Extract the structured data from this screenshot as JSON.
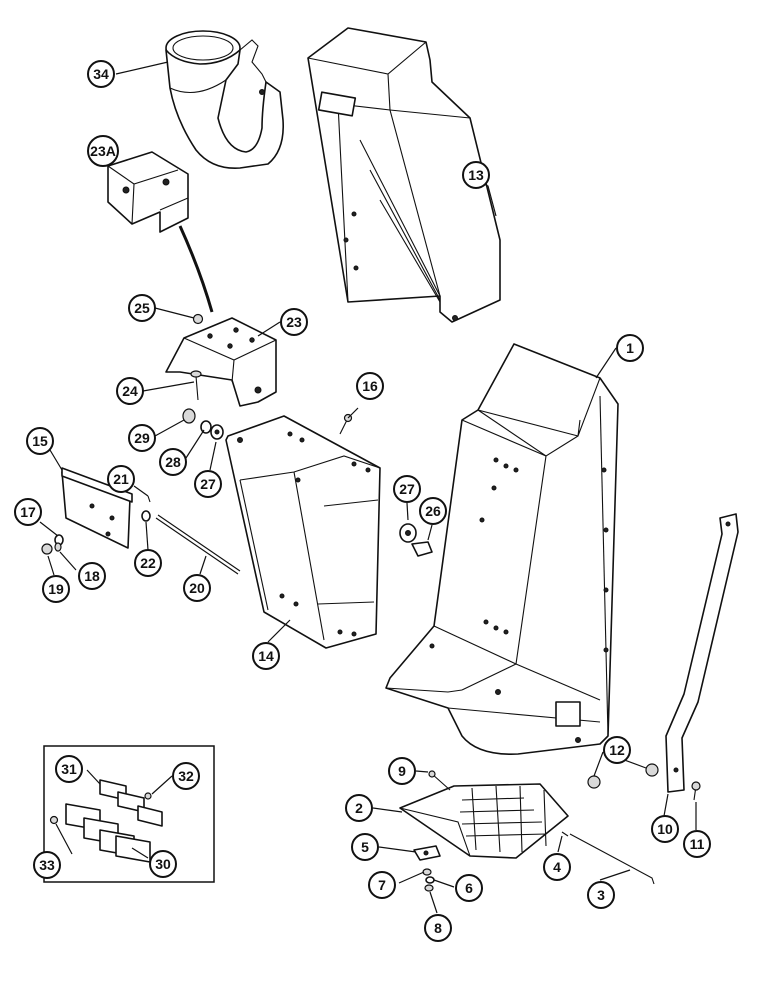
{
  "callouts": [
    {
      "id": "c34",
      "label": "34"
    },
    {
      "id": "c23a",
      "label": "23A"
    },
    {
      "id": "c13",
      "label": "13"
    },
    {
      "id": "c25",
      "label": "25"
    },
    {
      "id": "c23",
      "label": "23"
    },
    {
      "id": "c24",
      "label": "24"
    },
    {
      "id": "c1",
      "label": "1"
    },
    {
      "id": "c16",
      "label": "16"
    },
    {
      "id": "c29",
      "label": "29"
    },
    {
      "id": "c28",
      "label": "28"
    },
    {
      "id": "c27a",
      "label": "27"
    },
    {
      "id": "c15",
      "label": "15"
    },
    {
      "id": "c21",
      "label": "21"
    },
    {
      "id": "c27b",
      "label": "27"
    },
    {
      "id": "c26",
      "label": "26"
    },
    {
      "id": "c17",
      "label": "17"
    },
    {
      "id": "c22",
      "label": "22"
    },
    {
      "id": "c18",
      "label": "18"
    },
    {
      "id": "c19",
      "label": "19"
    },
    {
      "id": "c20",
      "label": "20"
    },
    {
      "id": "c14",
      "label": "14"
    },
    {
      "id": "c12",
      "label": "12"
    },
    {
      "id": "c9",
      "label": "9"
    },
    {
      "id": "c31",
      "label": "31"
    },
    {
      "id": "c32",
      "label": "32"
    },
    {
      "id": "c2",
      "label": "2"
    },
    {
      "id": "c10",
      "label": "10"
    },
    {
      "id": "c11",
      "label": "11"
    },
    {
      "id": "c5",
      "label": "5"
    },
    {
      "id": "c4",
      "label": "4"
    },
    {
      "id": "c33",
      "label": "33"
    },
    {
      "id": "c30",
      "label": "30"
    },
    {
      "id": "c7",
      "label": "7"
    },
    {
      "id": "c6",
      "label": "6"
    },
    {
      "id": "c3",
      "label": "3"
    },
    {
      "id": "c8",
      "label": "8"
    }
  ]
}
